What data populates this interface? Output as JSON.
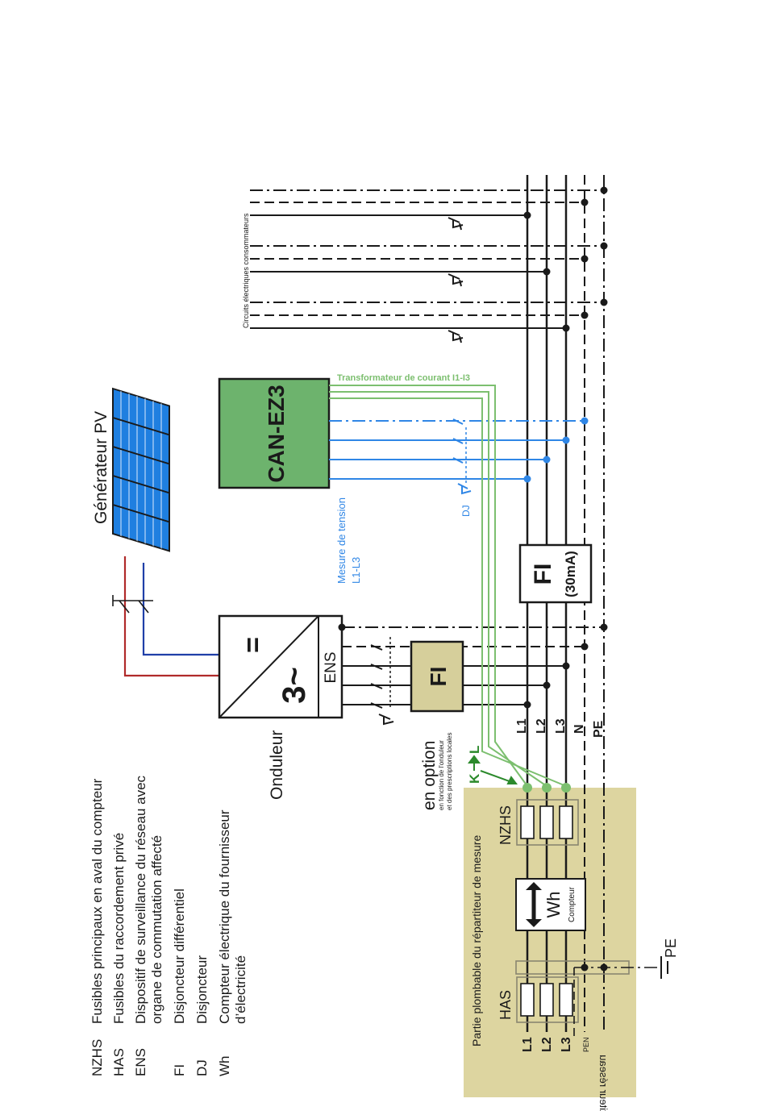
{
  "title": "Générateur PV",
  "legend": [
    {
      "abbr": "NZHS",
      "text": "Fusibles principaux en aval du compteur"
    },
    {
      "abbr": "HAS",
      "text": "Fusibles du raccordement privé"
    },
    {
      "abbr": "ENS",
      "text": "Dispositif de surveillance du réseau avec",
      "text2": "organe de commutation affecté"
    },
    {
      "abbr": "FI",
      "text": "Disjoncteur différentiel"
    },
    {
      "abbr": "DJ",
      "text": "Disjoncteur"
    },
    {
      "abbr": "Wh",
      "text": "Compteur électrique du fournisseur",
      "text2": "d’électricité"
    }
  ],
  "inverter": {
    "label": "Onduleur",
    "dc_symbol": "=",
    "ac_symbol": "3~",
    "ens": "ENS"
  },
  "fi_inverter": "FI",
  "fi_main": {
    "label": "FI",
    "sub": "(30mA)"
  },
  "can": "CAN-EZ3",
  "ct_label": "Transformateur de courant I1-I3",
  "voltage_label": {
    "line1": "Mesure de tension",
    "line2": "L1-L3"
  },
  "dj": "DJ",
  "circuits": "Circuits électriques consommateurs",
  "option": {
    "main": "en option",
    "sub1": "en fonction de l'onduleur",
    "sub2": "et des prescriptions locales"
  },
  "kl": "K",
  "kl_l": "L",
  "conductors": [
    "L1",
    "L2",
    "L3",
    "N",
    "PE"
  ],
  "meter_area": {
    "title": "Partie plombable du répartiteur de mesure",
    "grid": "Répartiteur réseau",
    "nzhs": "NZHS",
    "has": "HAS",
    "wh": "Wh",
    "wh_sub": "Compteur",
    "pen": "PEN",
    "lines": [
      "L1",
      "L2",
      "L3"
    ]
  },
  "pe_ground": "PE",
  "colors": {
    "panel": "#1f7fe0",
    "panel_frame": "#1a1a1a",
    "can_fill": "#6db36d",
    "fi_fill": "#d6cf9b",
    "meter_area": "#ddd5a0",
    "ct": "#7cbf6f",
    "voltage": "#2f86e6",
    "dc_pos": "#b02a2a",
    "dc_neg": "#1f3fa8",
    "kl": "#2c8a2c"
  }
}
